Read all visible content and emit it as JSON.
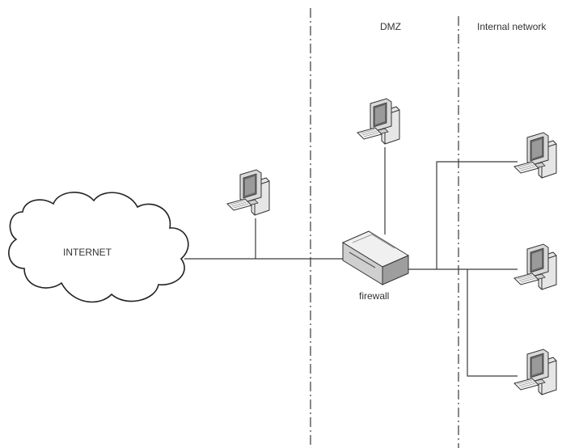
{
  "zones": {
    "dmz_label": "DMZ",
    "internal_label": "Internal network"
  },
  "cloud": {
    "label": "INTERNET"
  },
  "firewall": {
    "label": "firewall"
  },
  "icons": {
    "computer": "computer-icon",
    "firewall": "router-icon",
    "cloud": "cloud-icon"
  },
  "colors": {
    "line": "#3a3a3a",
    "device_fill": "#e8e8e8",
    "device_dark": "#555555"
  }
}
